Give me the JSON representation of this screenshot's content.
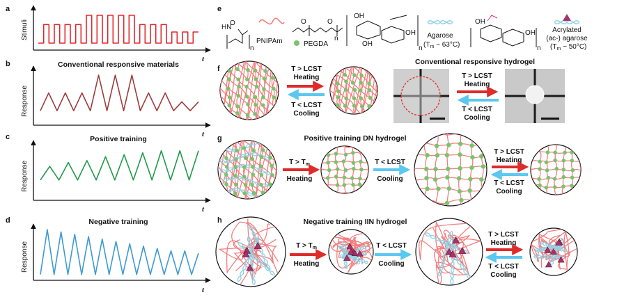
{
  "panels": {
    "a": {
      "label": "a",
      "ylabel": "Stimuli",
      "xlabel": "t"
    },
    "b": {
      "label": "b",
      "title": "Conventional responsive materials",
      "ylabel": "Response",
      "xlabel": "t"
    },
    "c": {
      "label": "c",
      "title": "Positive training",
      "ylabel": "Response",
      "xlabel": "t"
    },
    "d": {
      "label": "d",
      "title": "Negative training",
      "ylabel": "Response",
      "xlabel": "t"
    },
    "e": {
      "label": "e",
      "pnipam": "PNIPAm",
      "pegda": "PEGDA",
      "n_sub": "n",
      "agarose_name": "Agarose",
      "agarose_tm": "(T",
      "agarose_tm_sub": "m",
      "agarose_tm_val": " ~ 63°C)",
      "acag_line1": "Acrylated",
      "acag_line2": "(ac-) agarose",
      "acag_tm": "(T",
      "acag_tm_sub": "m",
      "acag_tm_val": " ~ 50°C)"
    },
    "f": {
      "label": "f",
      "heat_line1": "T > LCST",
      "heat_line2": "Heating",
      "cool_line1": "T < LCST",
      "cool_line2": "Cooling",
      "photo_title": "Conventional responsive hydrogel",
      "photo_heat1": "T > LCST",
      "photo_heat2": "Heating",
      "photo_cool1": "T < LCST",
      "photo_cool2": "Cooling"
    },
    "g": {
      "label": "g",
      "title": "Positive training DN hydrogel",
      "step1_line1": "T > T",
      "step1_sub": "m",
      "step1_line2": "Heating",
      "step2_line1": "T < LCST",
      "step2_line2": "Cooling",
      "step3_heat1": "T > LCST",
      "step3_heat2": "Heating",
      "step3_cool1": "T < LCST",
      "step3_cool2": "Cooling"
    },
    "h": {
      "label": "h",
      "title": "Negative training IIN hydrogel",
      "step1_line1": "T > T",
      "step1_sub": "m",
      "step1_line2": "Heating",
      "step2_line1": "T < LCST",
      "step2_line2": "Cooling",
      "step3_heat1": "T > LCST",
      "step3_heat2": "Heating",
      "step3_cool1": "T < LCST",
      "step3_cool2": "Cooling"
    }
  },
  "colors": {
    "stimuli": "#e0282e",
    "conventional": "#9e3b3b",
    "positive": "#1f9a4a",
    "negative": "#3d9ad1",
    "polymer": "#f27f7f",
    "crosslink": "#7ac36a",
    "agarose": "#8fd3e8",
    "acag_marker": "#a8326e",
    "heat_arrow": "#e02b2b",
    "cool_arrow": "#5cc8f0"
  },
  "chart_data": [
    {
      "type": "line",
      "name": "a",
      "ylabel": "Stimuli",
      "xlabel": "t",
      "x": [
        0,
        1,
        2,
        3,
        4,
        5,
        6,
        7,
        8,
        9,
        10,
        11,
        12,
        13,
        14,
        15,
        16,
        17,
        18,
        19,
        20,
        21,
        22,
        23,
        24,
        25,
        26,
        27,
        28,
        29
      ],
      "values": [
        0,
        1,
        0,
        1,
        0,
        1,
        0,
        1,
        0,
        1.5,
        0,
        1.5,
        0,
        1.5,
        0,
        1.5,
        0,
        1.5,
        0,
        1,
        0,
        1,
        0,
        1,
        0,
        0.6,
        0,
        0.6,
        0,
        0.6
      ]
    },
    {
      "type": "line",
      "name": "b",
      "title": "Conventional responsive materials",
      "ylabel": "Response",
      "xlabel": "t",
      "values": [
        0.2,
        0.6,
        0.2,
        0.6,
        0.2,
        0.6,
        0.2,
        1.0,
        0.2,
        1.0,
        0.2,
        1.0,
        0.2,
        0.6,
        0.2,
        0.6,
        0.2,
        0.4,
        0.2,
        0.4
      ]
    },
    {
      "type": "line",
      "name": "c",
      "title": "Positive training",
      "ylabel": "Response",
      "xlabel": "t",
      "values": [
        0.2,
        0.55,
        0.2,
        0.65,
        0.2,
        0.7,
        0.2,
        0.8,
        0.2,
        0.85,
        0.2,
        0.9,
        0.2,
        0.95,
        0.2,
        0.95,
        0.2,
        0.95
      ]
    },
    {
      "type": "line",
      "name": "d",
      "title": "Negative training",
      "ylabel": "Response",
      "xlabel": "t",
      "values": [
        0.05,
        1.0,
        0.05,
        0.95,
        0.05,
        0.9,
        0.05,
        0.85,
        0.05,
        0.8,
        0.05,
        0.75,
        0.05,
        0.7,
        0.05,
        0.65,
        0.05,
        0.6,
        0.05,
        0.55,
        0.05,
        0.55,
        0.05,
        0.5
      ]
    }
  ]
}
